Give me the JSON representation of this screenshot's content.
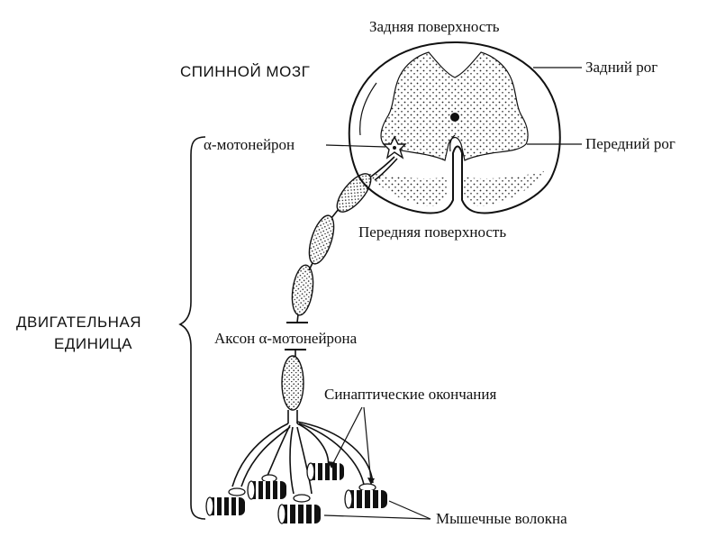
{
  "labels": {
    "posterior_surface": "Задняя поверхность",
    "spinal_cord": "СПИННОЙ МОЗГ",
    "posterior_horn": "Задний рог",
    "anterior_horn": "Передний рог",
    "alpha_motoneuron": "α-мотонейрон",
    "anterior_surface": "Передняя поверхность",
    "motor_unit_line1": "ДВИГАТЕЛЬНАЯ",
    "motor_unit_line2": "ЕДИНИЦА",
    "axon": "Аксон α-мотонейрона",
    "synaptic_endings": "Синаптические окончания",
    "muscle_fibers": "Мышечные волокна"
  },
  "colors": {
    "ink": "#111111",
    "background": "#ffffff"
  }
}
